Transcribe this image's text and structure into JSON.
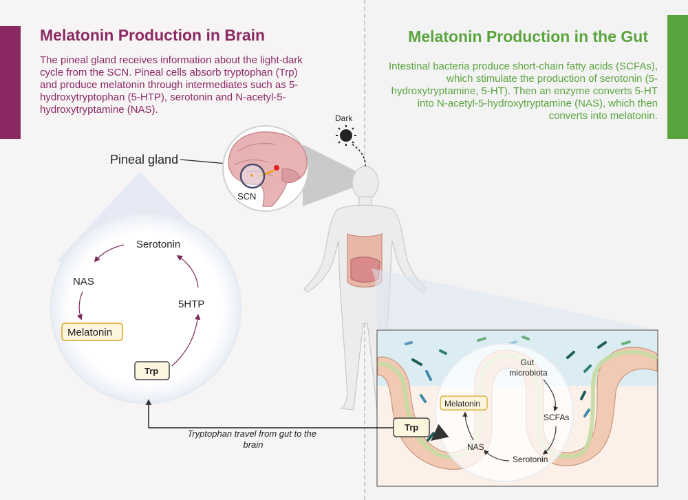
{
  "brain_section": {
    "title": "Melatonin Production in Brain",
    "description": "The pineal gland receives information about the light-dark cycle from the SCN. Pineal cells absorb tryptophan (Trp) and produce melatonin through intermediates such as 5-hydroxytryptophan (5-HTP), serotonin and N-acetyl-5-hydroxytryptamine (NAS).",
    "pineal_label": "Pineal gland",
    "scn_label": "SCN",
    "cycle": {
      "serotonin": "Serotonin",
      "nas": "NAS",
      "melatonin": "Melatonin",
      "htp": "5HTP",
      "trp": "Trp"
    }
  },
  "gut_section": {
    "title": "Melatonin Production in the Gut",
    "description": "Intestinal bacteria produce short-chain fatty acids (SCFAs), which stimulate the production of serotonin (5-hydroxytryptamine, 5-HT). Then an enzyme converts 5-HT into N-acetyl-5-hydroxytryptamine (NAS), which then converts into melatonin.",
    "cycle": {
      "microbiota": [
        "Gut",
        "microbiota"
      ],
      "scfas": "SCFAs",
      "serotonin": "Serotonin",
      "nas": "NAS",
      "melatonin": "Melatonin",
      "trp": "Trp"
    }
  },
  "dark_label": "Dark",
  "travel_label": [
    "Tryptophan travel from gut to the",
    "brain"
  ],
  "colors": {
    "brain_accent": "#8b2a62",
    "gut_accent": "#5aa43e",
    "box_border": "#e0b040",
    "box_fill": "#fdf6df"
  }
}
